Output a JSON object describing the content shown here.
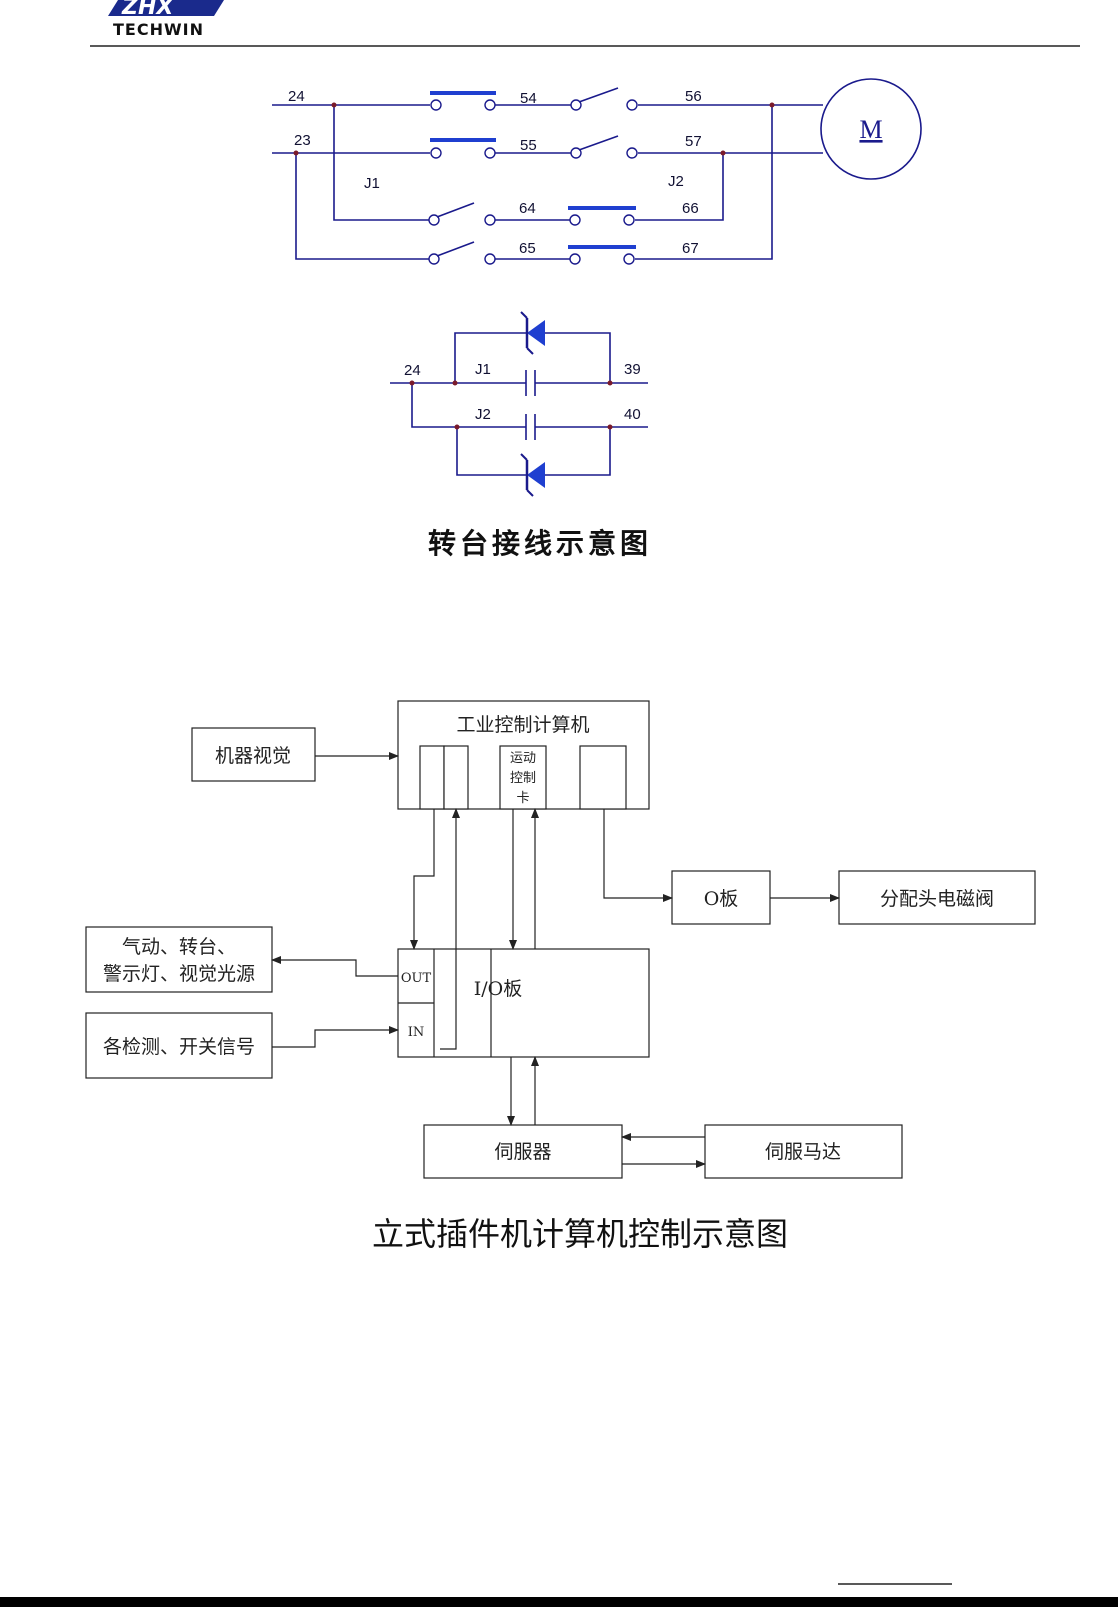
{
  "header": {
    "logo_mark": "ZHX",
    "logo_text": "TECHWIN"
  },
  "turntable": {
    "wires": [
      "24",
      "23",
      "54",
      "55",
      "56",
      "57",
      "64",
      "65",
      "66",
      "67"
    ],
    "relays": [
      "J1",
      "J2"
    ],
    "motor": "M",
    "rectifier": {
      "input": "24",
      "relays": [
        "J1",
        "J2"
      ],
      "outputs": [
        "39",
        "40"
      ]
    },
    "caption": "转台接线示意图"
  },
  "control": {
    "ipc": "工业控制计算机",
    "motion_card": [
      "运动",
      "控制",
      "卡"
    ],
    "vision": "机器视觉",
    "o_board": "O板",
    "valve": "分配头电磁阀",
    "io_board": "I/O板",
    "out_port": "OUT",
    "in_port": "IN",
    "outputs_box": [
      "气动、转台、",
      "警示灯、视觉光源"
    ],
    "inputs_box": "各检测、开关信号",
    "servo_drive": "伺服器",
    "servo_motor": "伺服马达",
    "caption": "立式插件机计算机控制示意图"
  },
  "colors": {
    "wire": "#1a1a8c",
    "contact_bar": "#1f3fd0",
    "junction": "#7a1a2a"
  }
}
